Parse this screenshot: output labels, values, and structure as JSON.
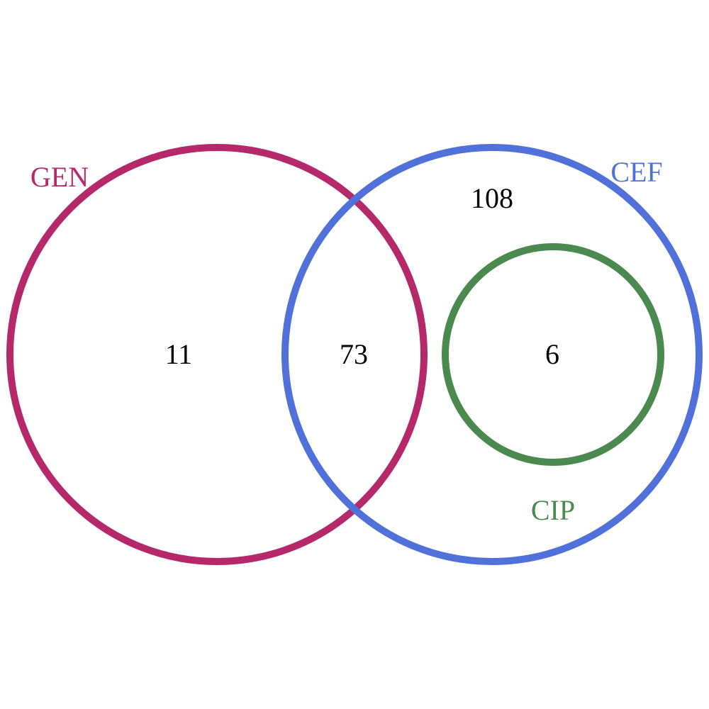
{
  "diagram": {
    "type": "venn",
    "sets": [
      {
        "id": "gen",
        "label": "GEN",
        "color": "#B5286A"
      },
      {
        "id": "cef",
        "label": "CEF",
        "color": "#5071DA"
      },
      {
        "id": "cip",
        "label": "CIP",
        "color": "#4A8A4F"
      }
    ],
    "regions": {
      "gen_only": "11",
      "gen_cef": "73",
      "cef_only": "108",
      "cip_within_cef": "6"
    }
  }
}
